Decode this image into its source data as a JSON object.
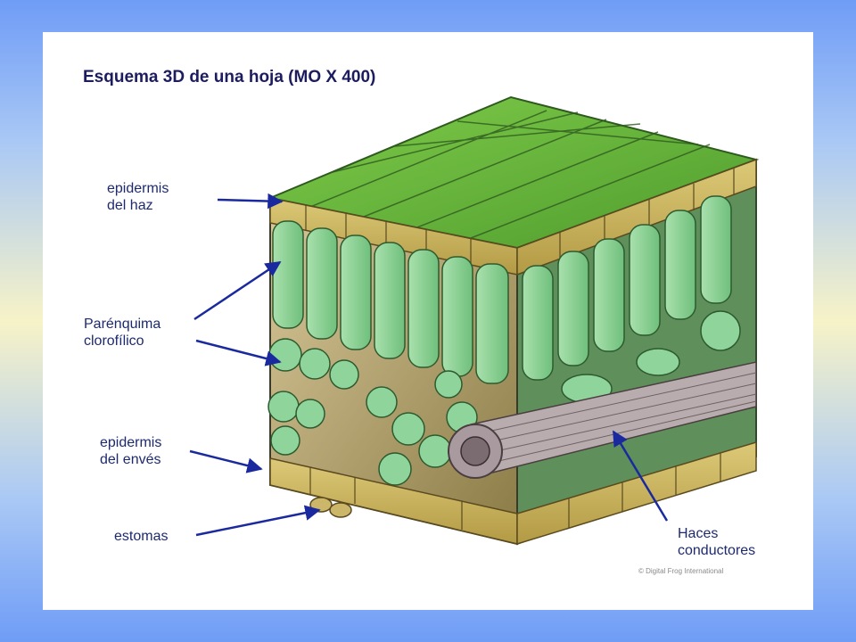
{
  "title": "Esquema 3D de una hoja  (MO X 400)",
  "labels": {
    "epidermis_haz": [
      "epidermis",
      "del haz"
    ],
    "parenquima": [
      "Parénquima",
      "clorofílico"
    ],
    "epidermis_enves": [
      "epidermis",
      "del envés"
    ],
    "estomas": [
      "estomas"
    ],
    "haces": [
      "Haces",
      "conductores"
    ]
  },
  "copyright": "© Digital Frog International",
  "colors": {
    "frame_top": "#6f9cf6",
    "frame_mid": "#f7f3c8",
    "arrow": "#1a2a9e",
    "leaf_top": "#5fb33a",
    "palisade": "#8fd49a",
    "epidermis": "#c9b25a",
    "vascular": "#a99aa0"
  }
}
